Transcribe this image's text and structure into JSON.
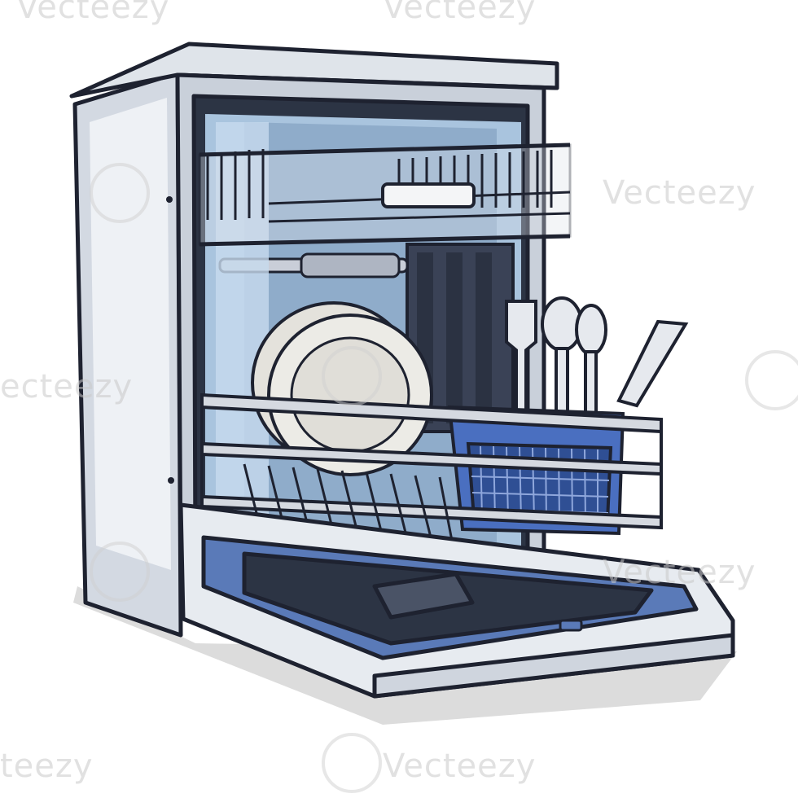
{
  "illustration": {
    "subject": "dishwasher-icon",
    "colors": {
      "outline": "#1e2230",
      "body": "#d7dde6",
      "body_highlight": "#f1f3f6",
      "interior": "#2d3545",
      "tub_blue": "#5a7ab8",
      "basket_blue": "#4a6fc0",
      "rack_metal": "#b9bec7",
      "plate": "#e9e7e2",
      "shadow": "#d9d9d9"
    }
  },
  "watermark": {
    "text": "Vecteezy",
    "partial_left": "ecteezy",
    "partial_bottom": "teezy"
  }
}
